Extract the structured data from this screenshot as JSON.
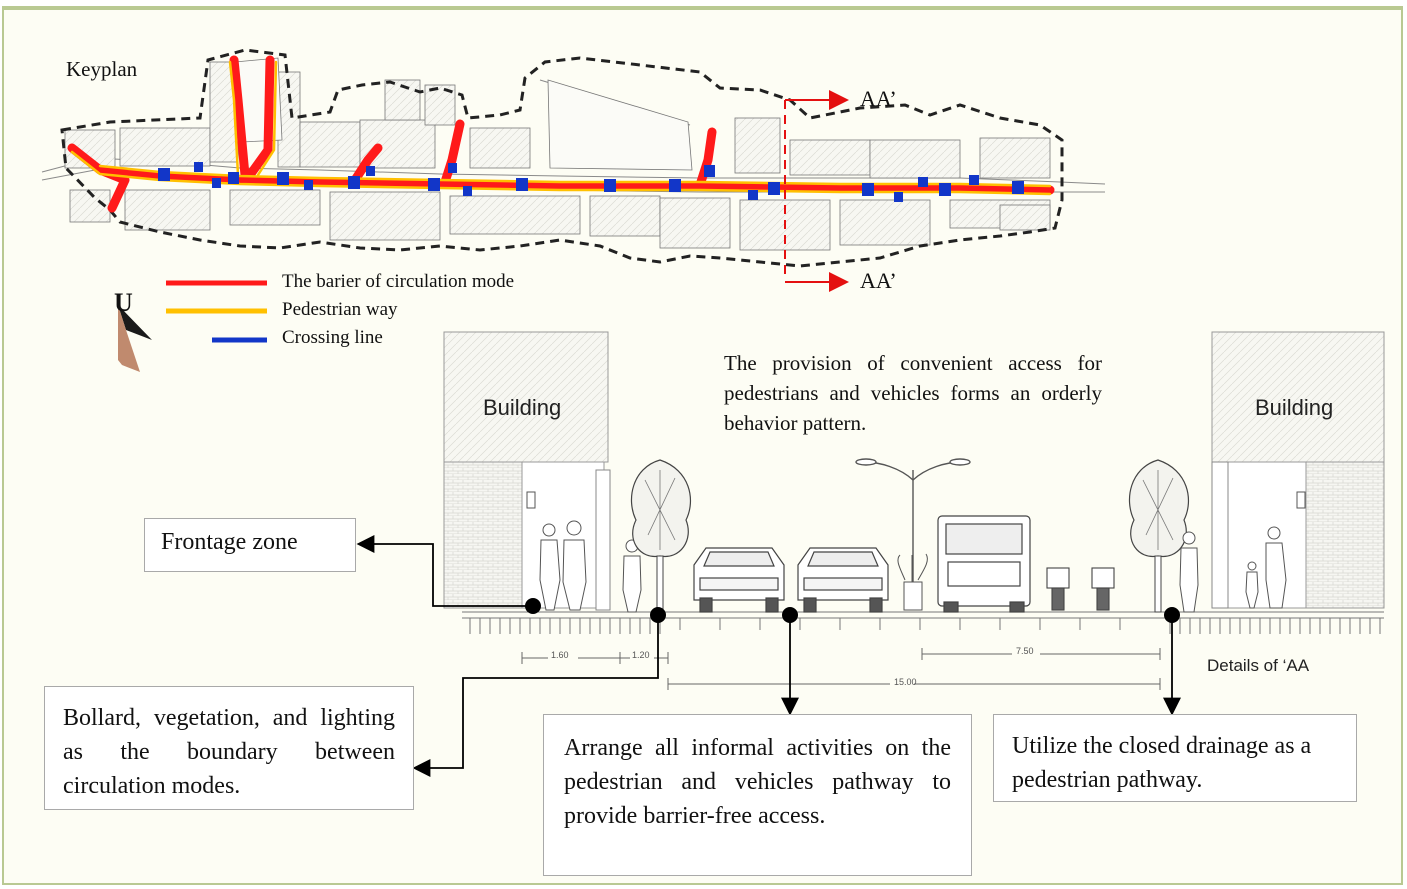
{
  "keyplan_label": "Keyplan",
  "section_markers": {
    "top": "AA’",
    "bottom": "AA’"
  },
  "compass_letter": "U",
  "legend": [
    {
      "label": "The barier of circulation mode",
      "color": "#ff1a1a"
    },
    {
      "label": "Pedestrian way",
      "color": "#ffc000"
    },
    {
      "label": "Crossing line",
      "color": "#1236c8"
    }
  ],
  "section": {
    "building_left": "Building",
    "building_right": "Building",
    "center_note": "The provision of convenient access for pedestrians and vehicles forms an orderly behavior pattern.",
    "details_label": "Details of ‘AA",
    "dimensions": [
      "1.60",
      "1.20",
      "7.50",
      "15.00"
    ]
  },
  "callouts": {
    "frontage": "Frontage zone",
    "bollard": "Bollard, vegetation, and lighting as the boundary between circulation modes.",
    "informal": "Arrange all informal activities on the pedestrian and vehicles pathway to provide barrier-free access.",
    "drainage": "Utilize the closed drainage as a pedestrian pathway."
  },
  "colors": {
    "barrier": "#ff1a1a",
    "pedestrian": "#ffc000",
    "crossing": "#1236c8",
    "frame": "#b9c992"
  }
}
